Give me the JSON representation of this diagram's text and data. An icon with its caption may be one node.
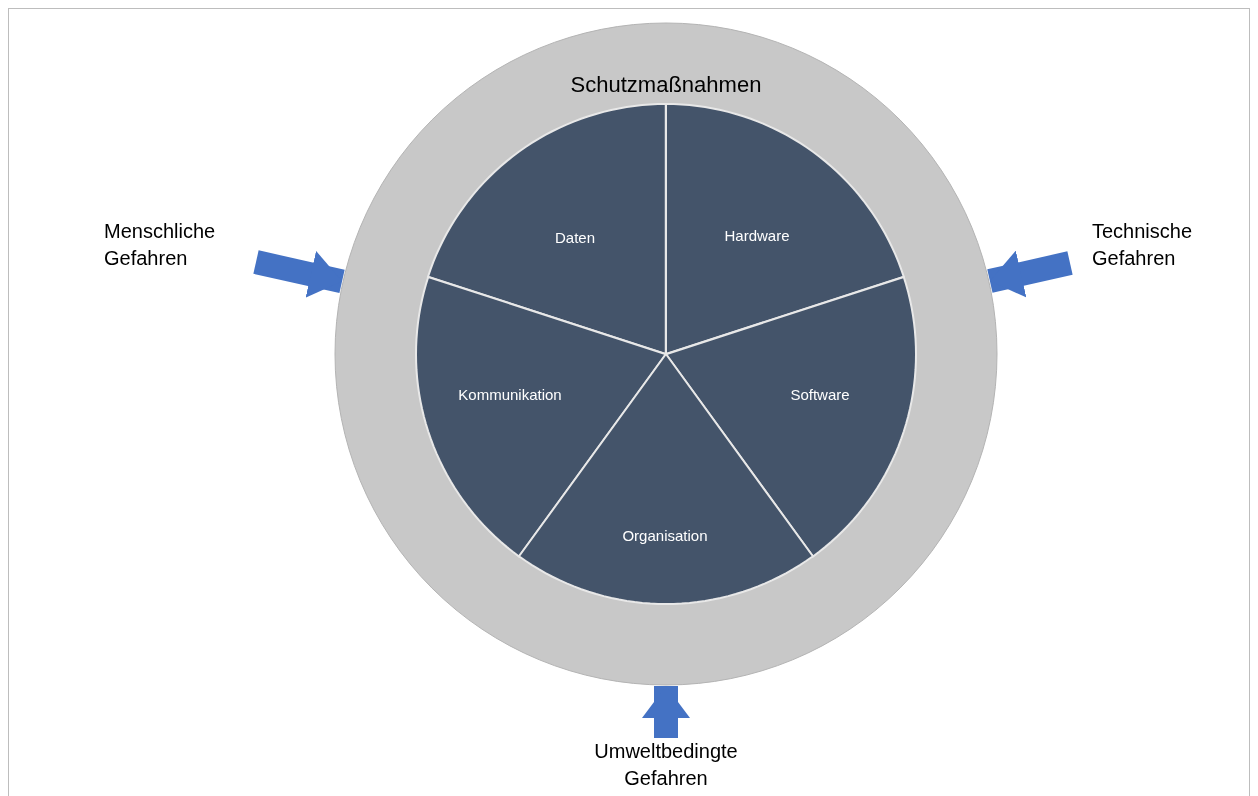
{
  "diagram": {
    "nodes": [
      {
        "text": [
          "Schutzmaßnahmen"
        ]
      },
      {
        "text": [
          "Daten"
        ],
        "in": 0
      },
      {
        "text": [
          "Hardware"
        ],
        "in": 0
      },
      {
        "text": [
          "Kommunikation"
        ],
        "in": 0
      },
      {
        "text": [
          "Software"
        ],
        "in": 0
      },
      {
        "text": [
          "Organisation"
        ],
        "in": 0
      },
      {
        "text": [
          "Menschliche Gefahren"
        ]
      },
      {
        "text": [
          "Technische Gefahren"
        ]
      },
      {
        "text": [
          "Umweltbedingte Gefahren"
        ]
      }
    ],
    "edges": [
      {
        "from": 6,
        "to": 0,
        "arrow": "to"
      },
      {
        "from": 7,
        "to": 0,
        "arrow": "to"
      },
      {
        "from": 8,
        "to": 0,
        "arrow": "to"
      }
    ]
  }
}
